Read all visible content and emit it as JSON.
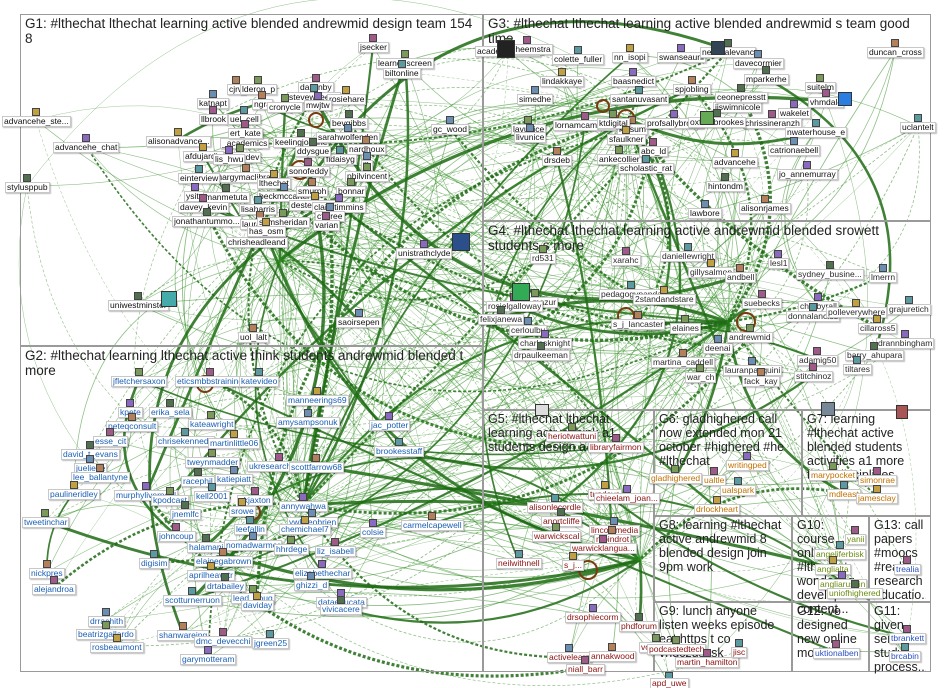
{
  "colors": {
    "edge": "#2d8a1f",
    "edge_dark": "#1f6b14",
    "loop": "#7a3b10",
    "border": "#9a9a9a",
    "g1": "#111111",
    "g2": "#1a5fb4",
    "g3": "#111111",
    "g4": "#2a2a2a",
    "g6": "#c07000",
    "g8": "#8a1010",
    "g10": "#6a8a10",
    "g12": "#2a50c0"
  },
  "groups": [
    {
      "id": "G1",
      "title": "G1: #lthechat lthechat learning active blended andrewmid design team 154 8"
    },
    {
      "id": "G2",
      "title": "G2: #lthechat learning lthechat active think students andrewmid blended t more"
    },
    {
      "id": "G3",
      "title": "G3: #lthechat lthechat learning active blended andrewmid s team good time"
    },
    {
      "id": "G4",
      "title": "G4: #lthechat lthechat learning active andrewmid blended srowett students s more"
    },
    {
      "id": "G5",
      "title": "G5: #lthechat lthechat learning active think a1 students design a4 out"
    },
    {
      "id": "G6",
      "title": "G6: gladhighered call now extended mon 21 october #highered #he #lthechat"
    },
    {
      "id": "G7",
      "title": "G7: learning #lthechat active blended students activities a1 more think disciplines"
    },
    {
      "id": "G8",
      "title": "G8: learning #lthechat active andrewmid 8 blended design join 9pm work"
    },
    {
      "id": "G9",
      "title": "G9: lunch anyone listen weeks episode eat https t co vnqczuscsk"
    },
    {
      "id": "G10",
      "title": "G10: course online #lthechat wondering develop content..."
    },
    {
      "id": "G11",
      "title": "G11: given seminar study process..."
    },
    {
      "id": "G12",
      "title": "G12: ve designed new online module..."
    },
    {
      "id": "G13",
      "title": "G13: call papers #moocs #realia research educatio..."
    }
  ],
  "nodes": {
    "g1": [
      "learnonscreen",
      "jsecker",
      "biltonline",
      "advancehe_ste...",
      "advancehe_chat",
      "stylusppub",
      "gc_wood",
      "cjrw",
      "lderon_p",
      "dallenby",
      "stevewheeler",
      "rosiehare",
      "mwjtw",
      "bevgibbs",
      "katnapt",
      "ngra",
      "cronycle",
      "llbrook",
      "uel_cell",
      "alisonadvance...",
      "_academics",
      "keelingjoanne",
      "sarahwolfenden",
      "nardhoux",
      "uobeddev",
      "ert_kate",
      "fidaisyg",
      "afdujardin",
      "lis_hwu",
      "ddysgue",
      "jlk",
      "margymaclibrary",
      "philvincent",
      "sonofeddy",
      "einterview",
      "lthechat",
      "ysitel",
      "manmetuta",
      "beckmccarter",
      "smurph",
      "bonnar",
      "davey_kevin",
      "lisaharris",
      "destech2013",
      "clairetimmins",
      "jonathantummo...",
      "cfloree",
      "lauraslubi",
      "samsheridan",
      "varian",
      "chrisheadleand",
      "has_osm",
      "unistrathclyde",
      "uniwestminster",
      "saoirsepen",
      "uol_lalt"
    ],
    "g2": [
      "jfletchersaxon",
      "eticsmbbstraining",
      "katevideo",
      "manneerings69",
      "kpete",
      "erika_sela",
      "amysampsonuk",
      "peteqconsult",
      "kateawright",
      "esse_cit",
      "chrisekennedy",
      "martinlittle06",
      "jac_potter",
      "david_t_evans",
      "jueliede",
      "lee_ballantyne",
      "tweynmadder",
      "ukresearch_fhw",
      "brookesstaff",
      "paulineridley",
      "murphyliverpool",
      "racephil",
      "katiepiatt",
      "scottfarrow68",
      "kpodcast",
      "nkjaxton",
      "kell2001",
      "srowe",
      "annywahwa",
      "jnemlfc",
      "ywlleeobrien",
      "carmelcapewell",
      "tweetinchar",
      "johncoup",
      "leefallin",
      "chemichael7",
      "colsie",
      "halamani",
      "nomadwarmer",
      "elainegabrown",
      "hhrdege",
      "liz_isabell",
      "digisim",
      "aprilheavytr",
      "elizabethechar",
      "drtabailey",
      "ghizzi_d",
      "nickpres",
      "lead_doug",
      "alejandroa",
      "scotturnerruon",
      "daviday",
      "dataeducata",
      "vivicacere",
      "drrachith",
      "shanwareing",
      "beatrizgallardo",
      "dmc_devecchi",
      "jgreen25",
      "rosbeaumont",
      "garymotteram"
    ],
    "g3": [
      "academicchatter",
      "jenheemstra",
      "colette_fuller",
      "nn_isopi",
      "swanseauni",
      "newmalevanc",
      "davecormier",
      "duncan_cross",
      "suitelm",
      "vhmdale",
      "uclantelt",
      "lindakkaye",
      "baasnedict",
      "mparkerhe",
      "simedhe",
      "spjobling",
      "lavunice",
      "lornamcampbell",
      "santanuvasant",
      "jiswimnicole",
      "wakelet",
      "ceonepresstt",
      "livunice",
      "klusum",
      "ktdigital",
      "chrissineranzh",
      "nwaterhouse_e",
      "sfaulkner",
      "profsallybrown",
      "oxfordbrookes",
      "catrionaebell",
      "drsdeb",
      "ankecollier",
      "abc_ld",
      "scholastic_rat",
      "advancehe",
      "jo_annemurray",
      "hintondm",
      "lawbore",
      "alisonrjames"
    ],
    "g4": [
      "rd531",
      "xarahc",
      "daniellewright",
      "gillysalmon",
      "lesl1",
      "sydney_busine...",
      "lmerrn",
      "andbell",
      "eric_mazur",
      "rosielgalloway",
      "pedagogypanda",
      "2standandstare",
      "charbyrall",
      "felixjanewa",
      "cerloulby",
      "s_j_lancaster",
      "elaines",
      "suebecks",
      "donnalanclos",
      "polleverywhere",
      "charlesknight",
      "drpaulkeeman",
      "deenai",
      "martina_caddell",
      "andrewmid",
      "adamig50",
      "grajuretich",
      "cillaross5",
      "drannbingham",
      "barry_ahupara",
      "lauranpasquini",
      "fack_kay",
      "war_ch",
      "stitchinoz",
      "tiltares"
    ],
    "g5": [
      "heriotwattuni",
      "libraryfairmon",
      "alisonlecordle",
      "tundeva",
      "chieelam_joan...",
      "anortcliffe",
      "lincolnmedia",
      "moindrot",
      "warwickscal",
      "warwicklangua...",
      "neilwithnell",
      "s_j...",
      "drsophiecorm",
      "phdforum",
      "activelearn",
      "annakwood",
      "voudale",
      "niall_barr",
      "apd_uwe"
    ],
    "g6": [
      "gladhighered",
      "ualtle",
      "ualspark",
      "drlockheart",
      "writingped"
    ],
    "g7": [
      "marypocket",
      "simonrae",
      "mdleast",
      "jamesclay"
    ],
    "g8": [
      "podcastedtech",
      "martin_hamilton",
      "jisc"
    ],
    "g10": [
      "yanii",
      "angeliferbisk",
      "anglialta",
      "angliaruskin",
      "uniofhighered"
    ],
    "g11": [
      "tbrankett",
      "brcabin"
    ],
    "g12": [
      "uktionalben"
    ],
    "g13": [
      "trealia"
    ]
  }
}
